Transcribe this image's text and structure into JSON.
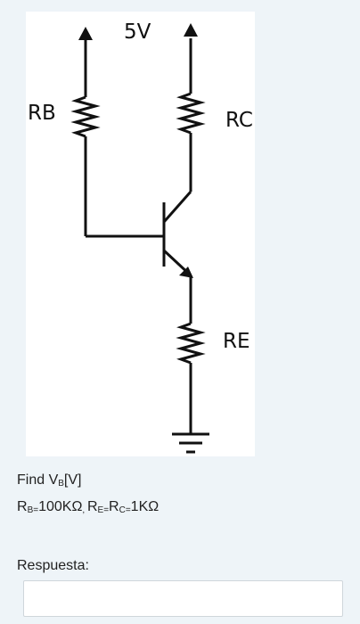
{
  "diagram": {
    "labels": {
      "supply": "5V",
      "rb": "RB",
      "rc": "RC",
      "re": "RE"
    }
  },
  "question": {
    "find_prefix": "Find V",
    "find_sub": "B",
    "find_suffix": "[V]",
    "rb_main": "R",
    "rb_sub": "B=",
    "rb_value": "100KΩ",
    "sep": ", ",
    "re_main": "R",
    "re_sub": "E=",
    "rc_main": "R",
    "rc_sub": "C=",
    "rc_value": "1KΩ"
  },
  "answer": {
    "label": "Respuesta:",
    "value": ""
  }
}
